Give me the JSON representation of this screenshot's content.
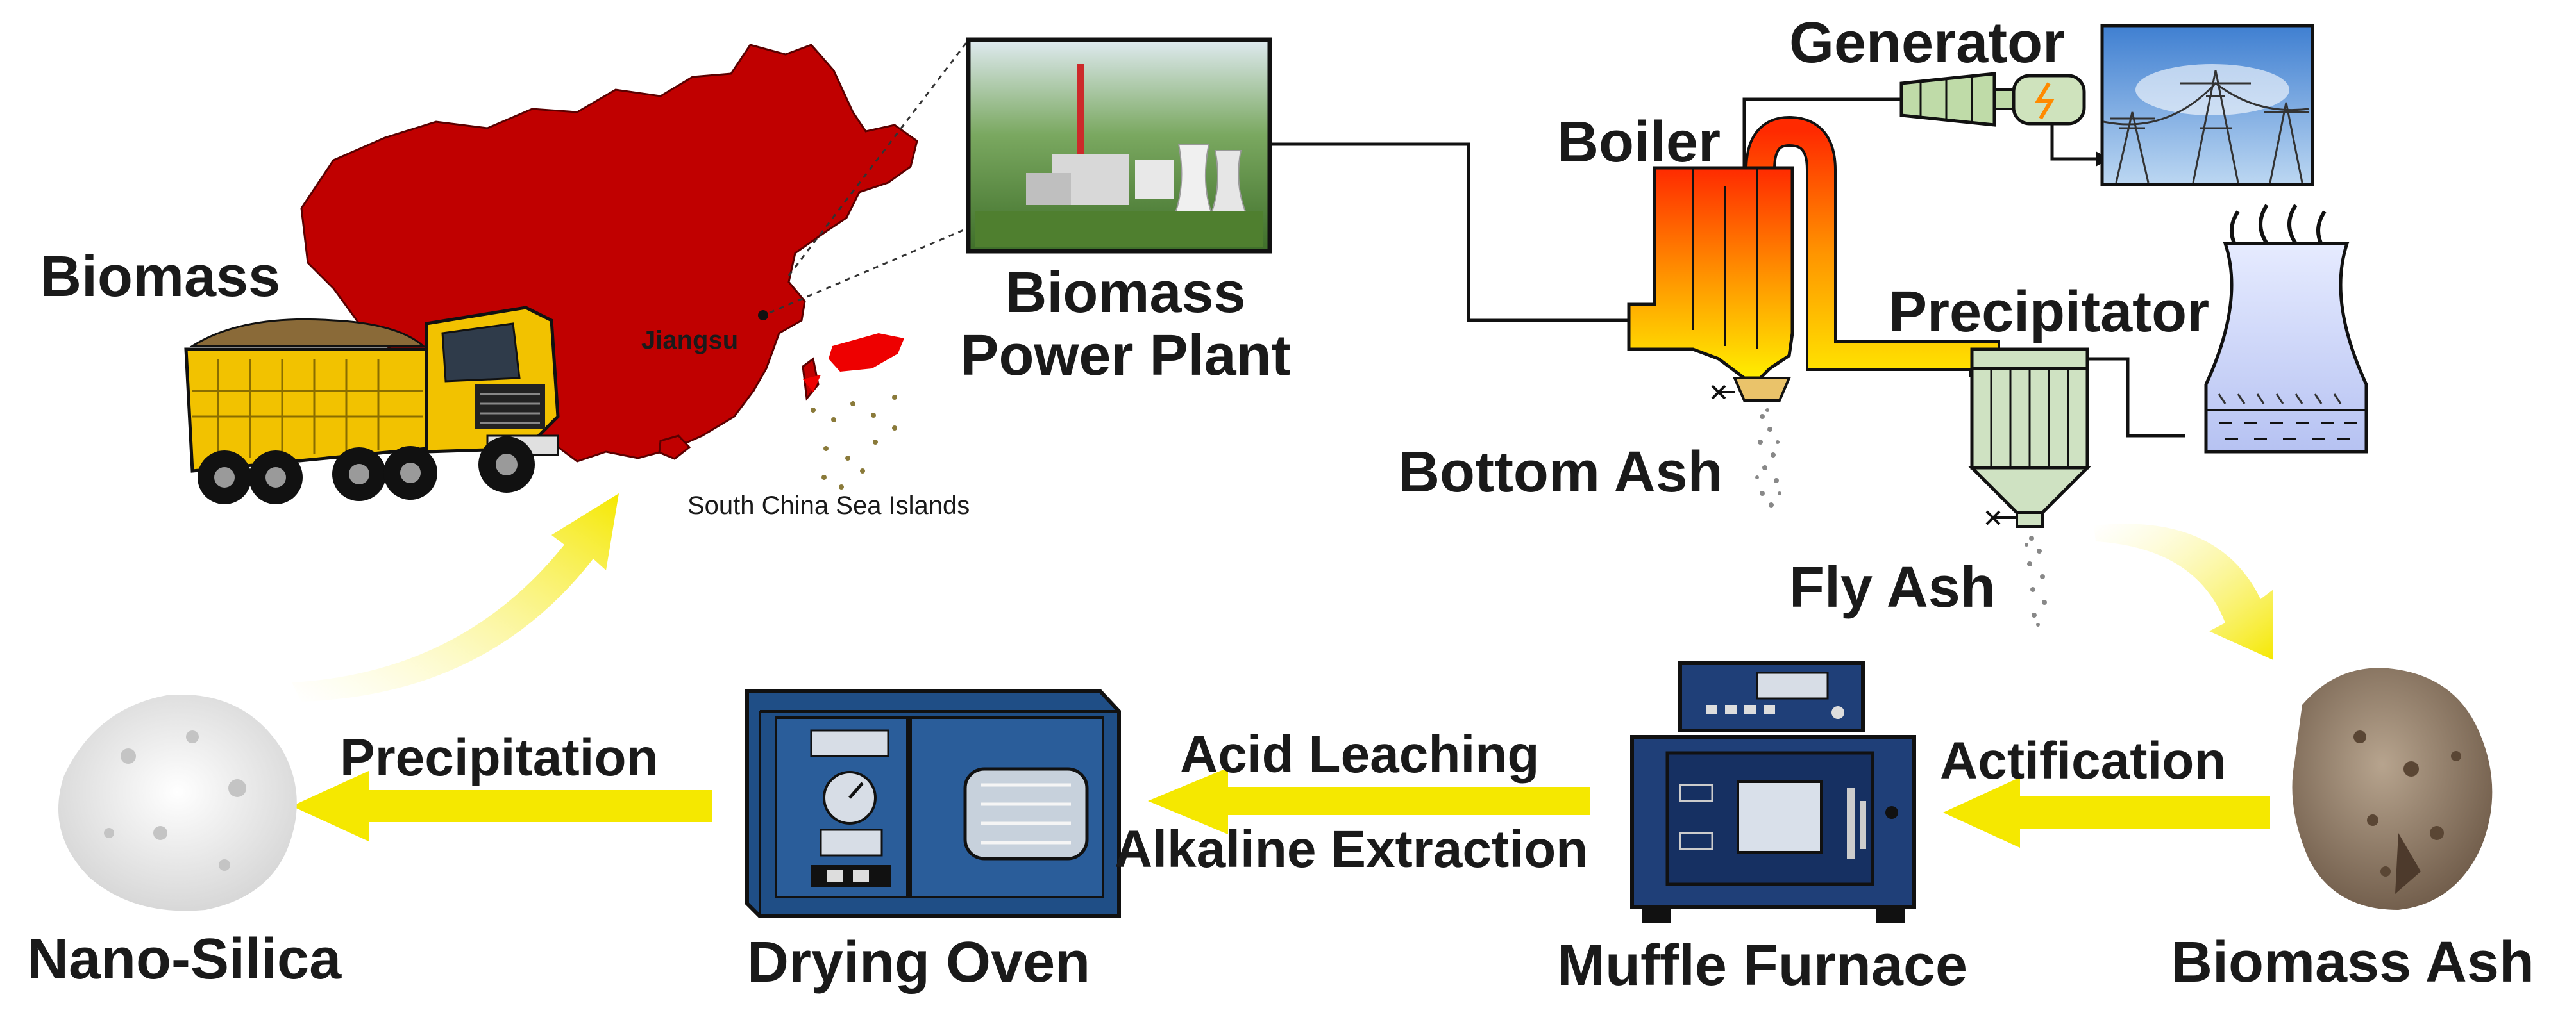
{
  "labels": {
    "biomass": "Biomass",
    "jiangsu": "Jiangsu",
    "south_china_sea": "South China Sea Islands",
    "plant_line1": "Biomass",
    "plant_line2": "Power Plant",
    "generator": "Generator",
    "boiler": "Boiler",
    "precipitator": "Precipitator",
    "bottom_ash": "Bottom Ash",
    "fly_ash": "Fly Ash",
    "biomass_ash": "Biomass Ash",
    "actification": "Actification",
    "muffle_furnace": "Muffle Furnace",
    "acid_leaching": "Acid Leaching",
    "alkaline_extraction": "Alkaline Extraction",
    "drying_oven": "Drying Oven",
    "precipitation": "Precipitation",
    "nano_silica": "Nano-Silica"
  },
  "colors": {
    "china_map": "#c00000",
    "flow_arrow": "#f5e800",
    "oven_blue": "#1f4e86",
    "furnace_blue": "#1f3f78",
    "precipitator_green": "#cfe2c2",
    "cooling_tower": "#c8d4ff",
    "truck_yellow": "#f2c200"
  }
}
